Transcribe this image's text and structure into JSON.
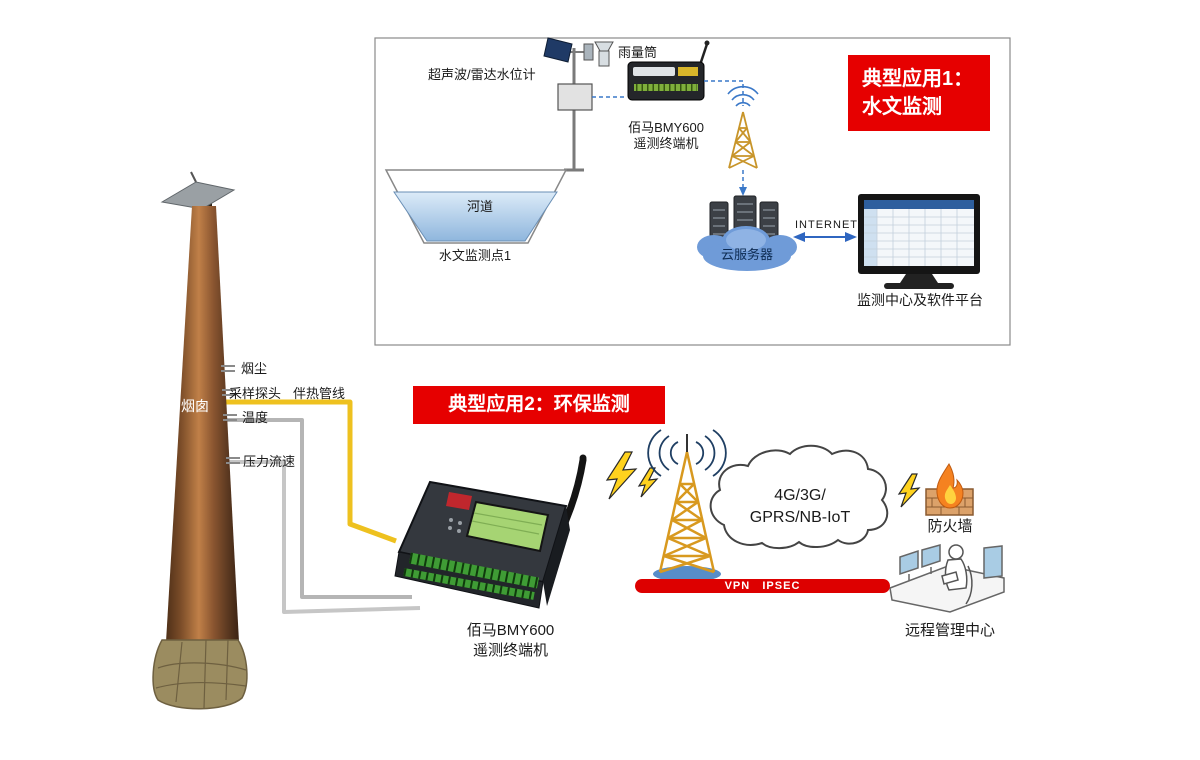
{
  "app1": {
    "badge_line1": "典型应用1：",
    "badge_line2": "水文监测",
    "sensor_label": "超声波/雷达水位计",
    "rain_gauge_label": "雨量筒",
    "device_line1": "佰马BMY600",
    "device_line2": "遥测终端机",
    "river_label": "河道",
    "site_label": "水文监测点1",
    "cloud_server_label": "云服务器",
    "internet_label": "INTERNET",
    "center_label": "监测中心及软件平台"
  },
  "app2": {
    "badge": "典型应用2：环保监测",
    "chimney_label": "烟囱",
    "smoke_label": "烟尘",
    "probe_label": "采样探头",
    "heatline_label": "伴热管线",
    "temperature_label": "温度",
    "pressure_label": "压力流速",
    "device_line1": "佰马BMY600",
    "device_line2": "遥测终端机",
    "network_line1": "4G/3G/",
    "network_line2": "GPRS/NB-IoT",
    "vpn_label": "VPN   IPSEC",
    "firewall_label": "防火墙",
    "center_label": "远程管理中心"
  },
  "colors": {
    "badge_red": "#e60000",
    "vpn_red": "#dd0000",
    "heatline_yellow": "#eec11f",
    "tower_gold": "#d8991f",
    "link_blue": "#3a78c8"
  }
}
